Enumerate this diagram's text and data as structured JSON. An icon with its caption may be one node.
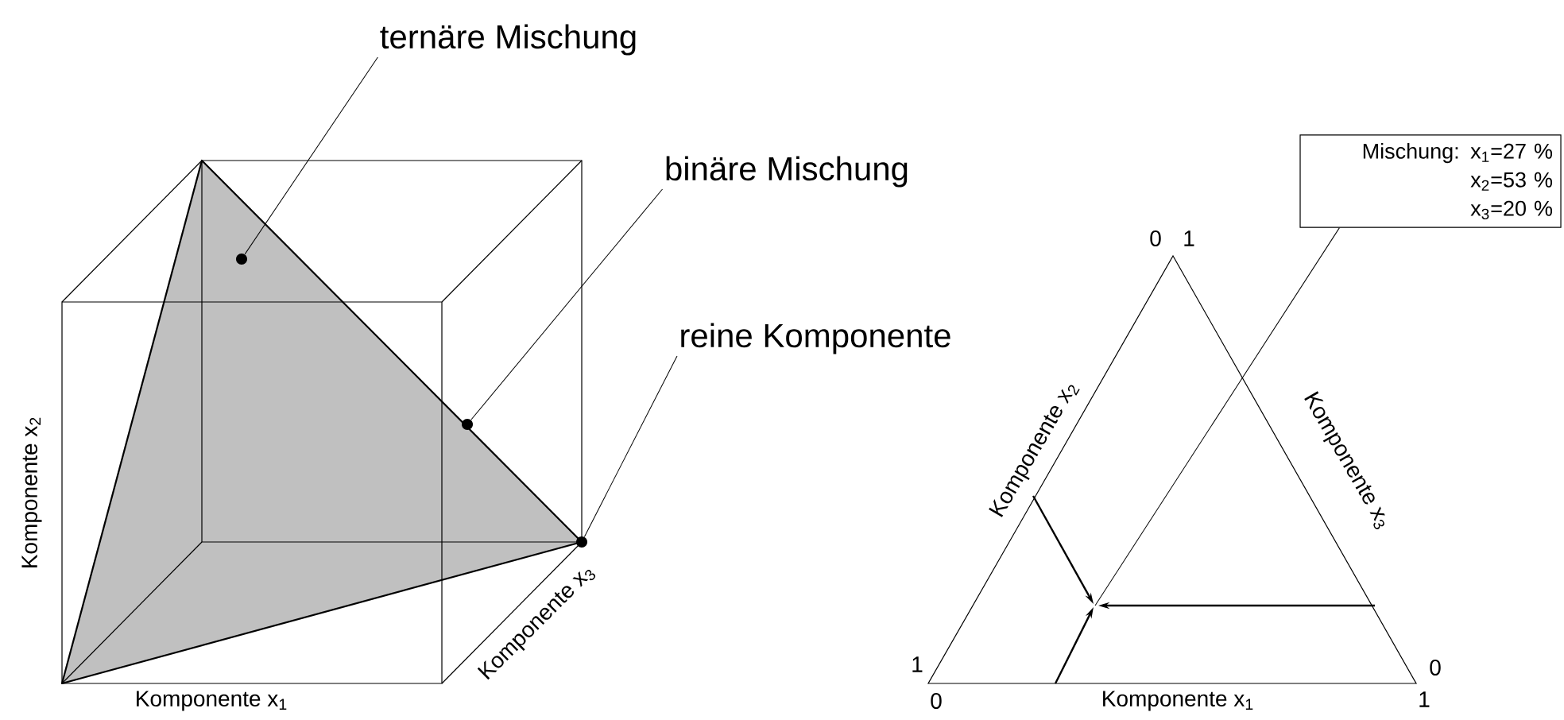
{
  "diagram": {
    "nodes": [
      {
        "text": [
          "ternäre Mischung"
        ]
      },
      {
        "text": [],
        "shape": "circle"
      },
      {
        "text": [
          "binäre Mischung"
        ]
      },
      {
        "text": [],
        "shape": "circle"
      },
      {
        "text": [
          "reine Komponente"
        ]
      },
      {
        "text": [],
        "shape": "circle"
      },
      {
        "text": [
          "Mischung: x$_{1}$=27 %",
          "x$_{2}$=53 %",
          "x$_{3}$=20 %"
        ]
      }
    ],
    "edges": [
      {
        "from": 0,
        "to": 1,
        "arrow": "none"
      },
      {
        "from": 2,
        "to": 3,
        "arrow": "none"
      },
      {
        "from": 4,
        "to": 5,
        "arrow": "none"
      },
      {
        "from": 6,
        "to": null,
        "arrow": "none"
      }
    ],
    "labels": [
      "0",
      "1",
      "Komponente x$_{2}$",
      "Komponente x$_{2}$",
      "Komponente x$_{3}$",
      "Komponente x$_{3}$",
      "1",
      "0",
      "Komponente x$_{1}$",
      "0",
      "Komponente x$_{1}$",
      "1"
    ]
  }
}
